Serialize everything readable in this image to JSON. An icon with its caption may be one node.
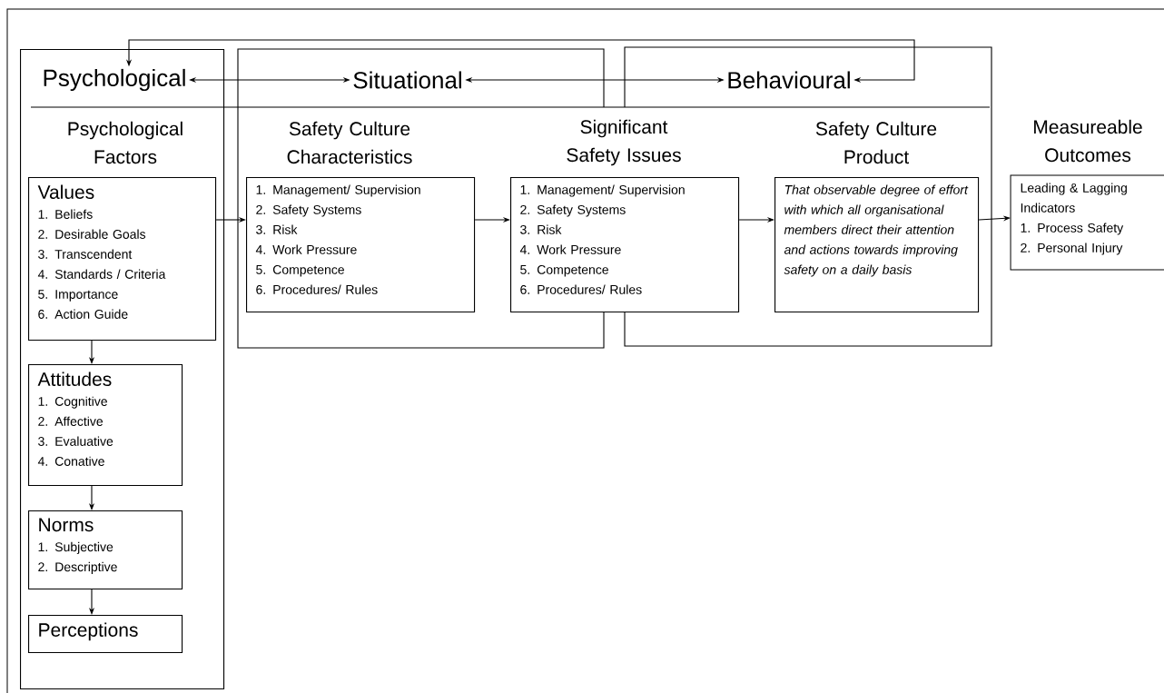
{
  "diagram": {
    "nodes": [
      {
        "text": [],
        "shape": "box"
      },
      {
        "text": [
          "Psychological"
        ],
        "in": 0
      },
      {
        "text": [
          "Psychological Factors",
          "Values",
          "1. Beliefs",
          "2. Desirable Goals",
          "3. Transcendent",
          "4. Standards / Criteria",
          "5. Importance",
          "6. Action Guide"
        ],
        "in": 0
      },
      {
        "text": [
          "Attitudes",
          "1. Cognitive",
          "2. Affective",
          "3. Evaluative",
          "4. Conative"
        ],
        "in": 0
      },
      {
        "text": [
          "Norms",
          "1. Subjective",
          "2. Descriptive"
        ],
        "in": 0
      },
      {
        "text": [
          "Perceptions"
        ],
        "in": 0
      },
      {
        "text": [],
        "shape": "box"
      },
      {
        "text": [
          "Situational"
        ],
        "in": 6
      },
      {
        "text": [
          "Safety Culture Characteristics",
          "1. Management/ Supervision",
          "2. Safety Systems",
          "3. Risk",
          "4. Work Pressure",
          "5. Competence",
          "6. Procedures/ Rules"
        ],
        "in": 6
      },
      {
        "text": [],
        "shape": "box"
      },
      {
        "text": [
          "Behavioural"
        ],
        "in": 9
      },
      {
        "text": [
          "Significant Safety Issues",
          "1. Management/ Supervision",
          "2. Safety Systems",
          "3. Risk",
          "4. Work Pressure",
          "5. Competence",
          "6. Procedures/ Rules"
        ]
      },
      {
        "text": [
          "Safety Culture Product",
          "That observable degree of effort with which all organisational members direct their attention and actions towards improving safety on a daily basis"
        ],
        "in": 9
      },
      {
        "text": [
          "Measureable Outcomes",
          "Leading & Lagging Indicators",
          "1. Process Safety",
          "2. Personal Injury"
        ]
      }
    ],
    "edges": [
      {
        "from": 1,
        "to": 7,
        "arrow": "both"
      },
      {
        "from": 7,
        "to": 10,
        "arrow": "both"
      },
      {
        "from": 10,
        "to": 1,
        "arrow": "both"
      },
      {
        "from": 2,
        "to": 8,
        "arrow": "to"
      },
      {
        "from": 8,
        "to": 11,
        "arrow": "to"
      },
      {
        "from": 11,
        "to": 12,
        "arrow": "to"
      },
      {
        "from": 12,
        "to": 13,
        "arrow": "to"
      },
      {
        "from": 2,
        "to": 3,
        "arrow": "to"
      },
      {
        "from": 3,
        "to": 4,
        "arrow": "to"
      },
      {
        "from": 4,
        "to": 5,
        "arrow": "to"
      }
    ]
  }
}
